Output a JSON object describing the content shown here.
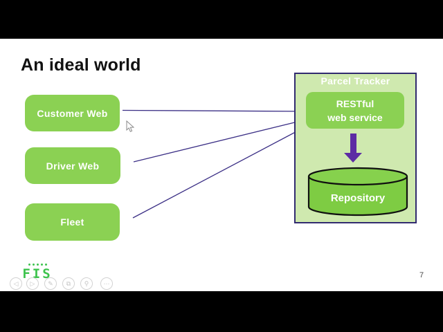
{
  "slide": {
    "title": "An ideal world",
    "page_number": "7",
    "left_nodes": [
      {
        "label": "Customer Web"
      },
      {
        "label": "Driver Web"
      },
      {
        "label": "Fleet"
      }
    ],
    "container": {
      "title": "Parcel Tracker",
      "service_lines": [
        "RESTful",
        "web service"
      ],
      "repository_label": "Repository"
    },
    "connections": [
      {
        "from": "Customer Web",
        "to": "RESTful web service"
      },
      {
        "from": "Driver Web",
        "to": "RESTful web service"
      },
      {
        "from": "Fleet",
        "to": "RESTful web service"
      },
      {
        "from": "RESTful web service",
        "to": "Repository"
      }
    ]
  },
  "colors": {
    "node_green": "#8bd153",
    "container_fill": "#cfe9af",
    "container_border": "#312a6f",
    "thin_arrow": "#3c3086",
    "thick_arrow": "#5d2ca4",
    "cylinder_green": "#7ecc43",
    "logo_green": "#3dc34d"
  },
  "player": {
    "logo_text": "FIS",
    "controls": [
      {
        "name": "previous",
        "glyph": "◁"
      },
      {
        "name": "play",
        "glyph": "▷"
      },
      {
        "name": "draw",
        "glyph": "✎"
      },
      {
        "name": "camera",
        "glyph": "⧉"
      },
      {
        "name": "zoom",
        "glyph": "⚲"
      },
      {
        "name": "more",
        "glyph": "⋯"
      }
    ]
  }
}
